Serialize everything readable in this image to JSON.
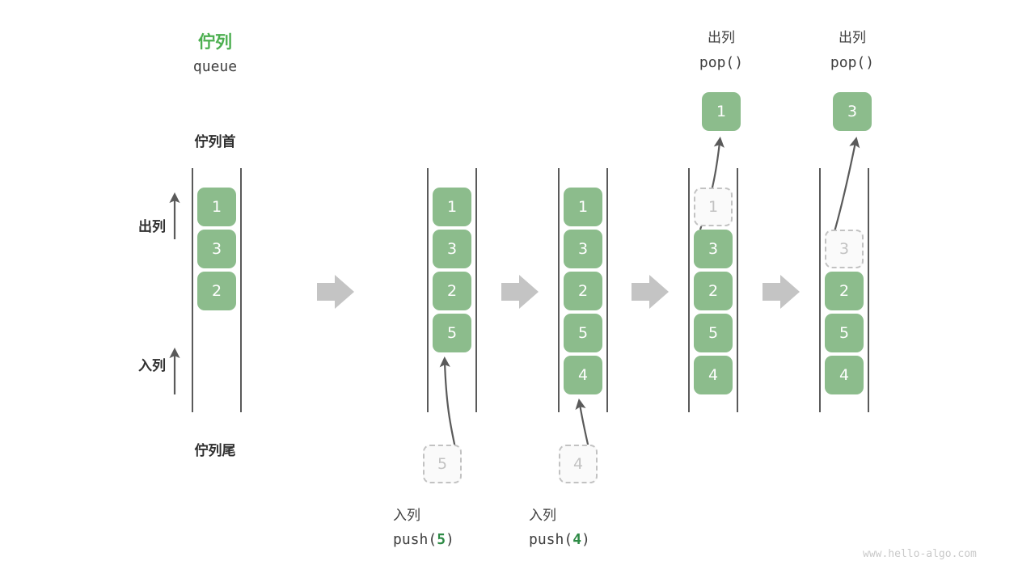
{
  "header": {
    "title_cn": "佇列",
    "title_en": "queue",
    "head_label": "佇列首",
    "tail_label": "佇列尾"
  },
  "side_labels": {
    "dequeue": "出列",
    "enqueue": "入列"
  },
  "columns": [
    {
      "id": "initial",
      "cells": [
        {
          "value": "1",
          "state": "filled"
        },
        {
          "value": "3",
          "state": "filled"
        },
        {
          "value": "2",
          "state": "filled"
        }
      ]
    },
    {
      "id": "after-push-5",
      "cells": [
        {
          "value": "1",
          "state": "filled"
        },
        {
          "value": "3",
          "state": "filled"
        },
        {
          "value": "2",
          "state": "filled"
        },
        {
          "value": "5",
          "state": "filled"
        }
      ],
      "incoming": {
        "value": "5",
        "state": "ghost"
      },
      "op_cn": "入列",
      "op_code_prefix": "push(",
      "op_code_num": "5",
      "op_code_suffix": ")"
    },
    {
      "id": "after-push-4",
      "cells": [
        {
          "value": "1",
          "state": "filled"
        },
        {
          "value": "3",
          "state": "filled"
        },
        {
          "value": "2",
          "state": "filled"
        },
        {
          "value": "5",
          "state": "filled"
        },
        {
          "value": "4",
          "state": "filled"
        }
      ],
      "incoming": {
        "value": "4",
        "state": "ghost"
      },
      "op_cn": "入列",
      "op_code_prefix": "push(",
      "op_code_num": "4",
      "op_code_suffix": ")"
    },
    {
      "id": "after-pop-1",
      "cells": [
        {
          "value": "1",
          "state": "ghost"
        },
        {
          "value": "3",
          "state": "filled"
        },
        {
          "value": "2",
          "state": "filled"
        },
        {
          "value": "5",
          "state": "filled"
        },
        {
          "value": "4",
          "state": "filled"
        }
      ],
      "popped": {
        "value": "1",
        "state": "filled"
      },
      "op_cn": "出列",
      "op_code": "pop()"
    },
    {
      "id": "after-pop-3",
      "cells": [
        {
          "value": "",
          "state": "empty"
        },
        {
          "value": "3",
          "state": "ghost"
        },
        {
          "value": "2",
          "state": "filled"
        },
        {
          "value": "5",
          "state": "filled"
        },
        {
          "value": "4",
          "state": "filled"
        }
      ],
      "popped": {
        "value": "3",
        "state": "filled"
      },
      "op_cn": "出列",
      "op_code": "pop()"
    }
  ],
  "watermark": "www.hello-algo.com",
  "colors": {
    "cell_fill": "#8cbc8c",
    "accent_green": "#4caf50",
    "code_green": "#2e8b46",
    "ghost_border": "#c2c2c2",
    "rail": "#5a5a5a",
    "step_arrow": "#c4c4c4",
    "thin_arrow": "#5a5a5a",
    "watermark": "#c9c9c9"
  }
}
